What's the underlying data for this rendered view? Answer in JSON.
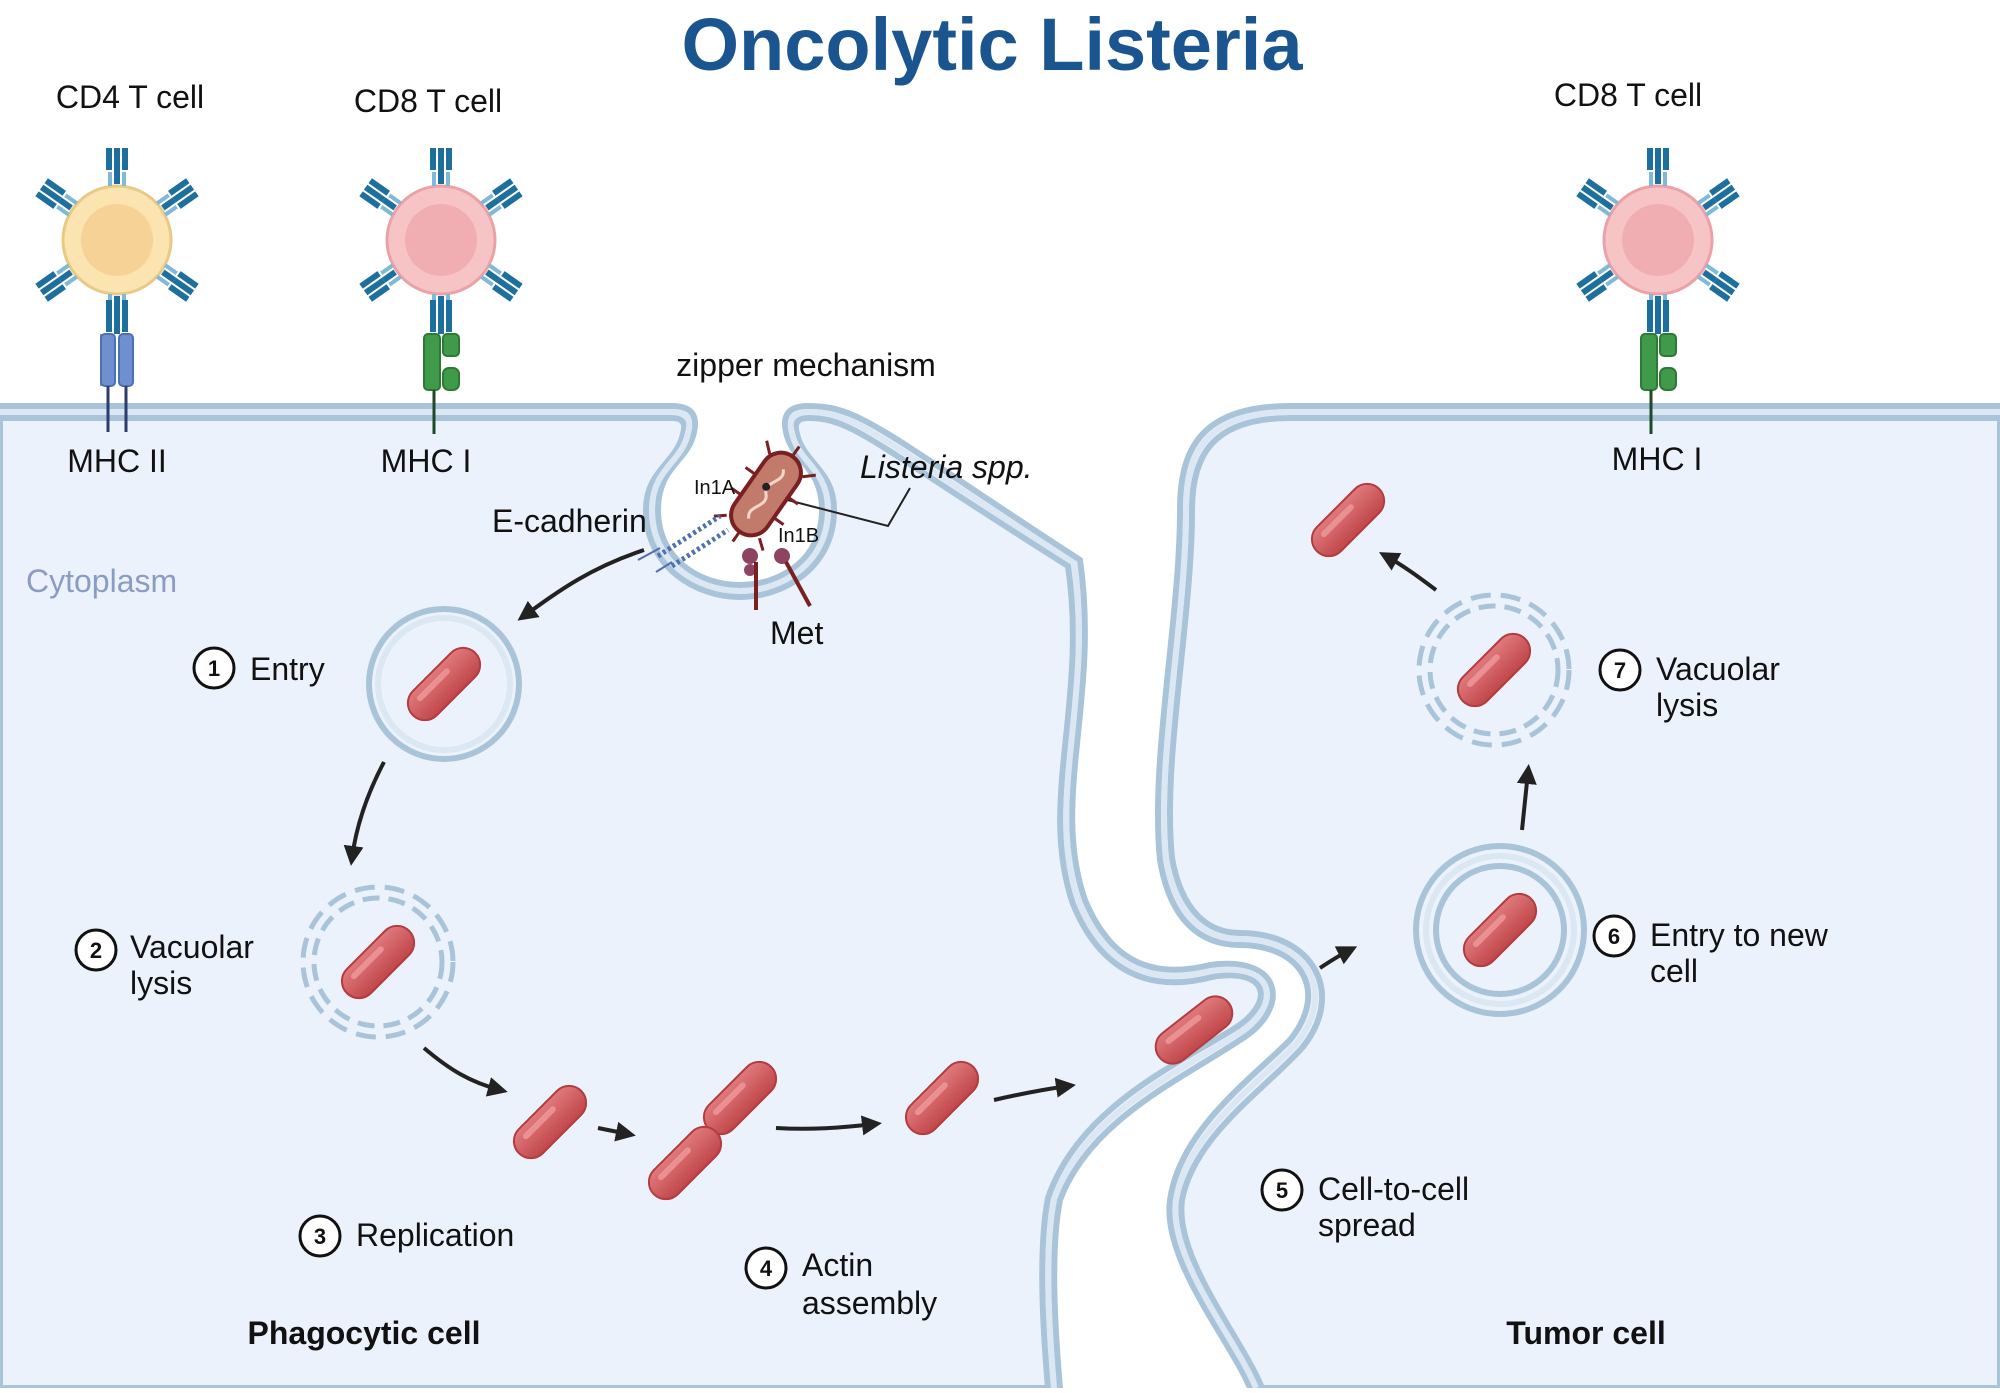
{
  "title": "Oncolytic Listeria",
  "tcells": {
    "cd4": "CD4 T cell",
    "cd8_left": "CD8 T cell",
    "cd8_right": "CD8 T cell"
  },
  "receptors": {
    "mhc2": "MHC II",
    "mhc1_left": "MHC I",
    "mhc1_right": "MHC I"
  },
  "zipper": {
    "mechanism": "zipper mechanism",
    "listeria": "Listeria spp.",
    "ecadherin": "E-cadherin",
    "in1a": "In1A",
    "in1b": "In1B",
    "met": "Met"
  },
  "cytoplasm": "Cytoplasm",
  "steps": {
    "s1": {
      "num": "1",
      "line1": "Entry"
    },
    "s2": {
      "num": "2",
      "line1": "Vacuolar",
      "line2": "lysis"
    },
    "s3": {
      "num": "3",
      "line1": "Replication"
    },
    "s4": {
      "num": "4",
      "line1": "Actin",
      "line2": "assembly"
    },
    "s5": {
      "num": "5",
      "line1": "Cell-to-cell",
      "line2": "spread"
    },
    "s6": {
      "num": "6",
      "line1": "Entry to new",
      "line2": "cell"
    },
    "s7": {
      "num": "7",
      "line1": "Vacuolar",
      "line2": "lysis"
    }
  },
  "cells": {
    "left": "Phagocytic cell",
    "right": "Tumor cell"
  },
  "colors": {
    "title": "#1a5590",
    "cytoplasm_fill": "#ebf2fb",
    "membrane": "#a9c3d9",
    "bacterium": "#c94f53",
    "mhc2": "#6f8fcf",
    "mhc1": "#3f9a4a",
    "tcr": "#1d6f9e",
    "cd4_cell": "#fbe4b0",
    "cd8_cell": "#f7c4c6",
    "cytoplasm_text": "#8b9cc4"
  }
}
